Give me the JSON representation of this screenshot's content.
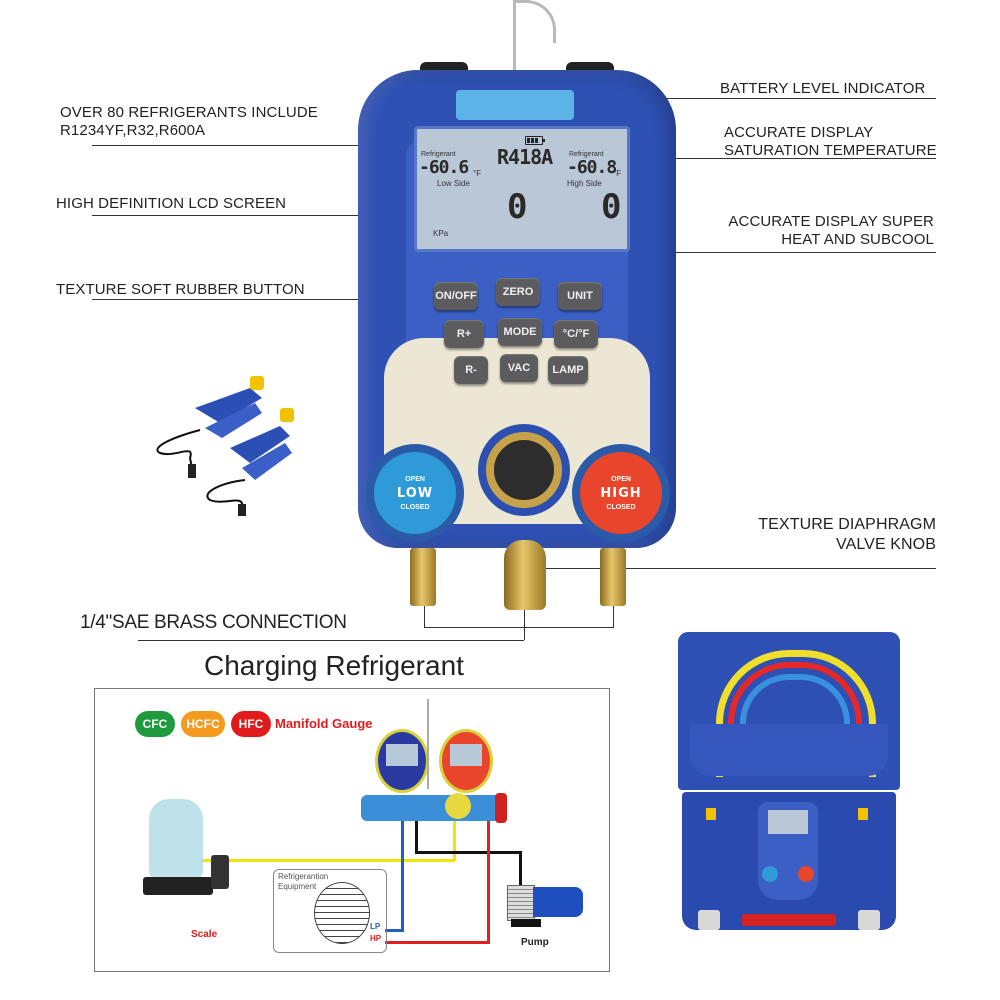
{
  "callouts": {
    "refrigerants": {
      "line1": "OVER 80 REFRIGERANTS INCLUDE",
      "line2": "R1234YF,R32,R600A"
    },
    "lcd_screen": "HIGH DEFINITION LCD SCREEN",
    "rubber_button": "TEXTURE SOFT RUBBER BUTTON",
    "battery": "BATTERY  LEVEL INDICATOR",
    "saturation": {
      "line1": "ACCURATE DISPLAY",
      "line2": "SATURATION TEMPERATURE"
    },
    "superheat": {
      "line1": "ACCURATE DISPLAY SUPER",
      "line2": "HEAT AND SUBCOOL"
    },
    "valve_knob": {
      "line1": "TEXTURE DIAPHRAGM",
      "line2": "VALVE KNOB"
    },
    "brass_connection": "1/4\"SAE BRASS CONNECTION"
  },
  "lcd": {
    "refrigerant_label_left": "Refrigerant",
    "refrigerant_label_right": "Refrigerant",
    "refrigerant_name": "R418A",
    "low_temp": "-60.6",
    "high_temp": "-60.8",
    "temp_unit": "°F",
    "low_side_label": "Low Side",
    "high_side_label": "High Side",
    "low_pressure": "0",
    "high_pressure": "0",
    "pressure_unit": "KPa"
  },
  "keypad": {
    "keys": [
      "ON/OFF",
      "ZERO",
      "UNIT",
      "R+",
      "MODE",
      "°C/°F",
      "R-",
      "VAC",
      "LAMP"
    ]
  },
  "knobs": {
    "low": {
      "label": "LOW",
      "open": "OPEN",
      "closed": "CLOSED",
      "color": "#2f9ad8"
    },
    "high": {
      "label": "HIGH",
      "open": "OPEN",
      "closed": "CLOSED",
      "color": "#e8452c"
    }
  },
  "diagram": {
    "title": "Charging Refrigerant",
    "badges": [
      {
        "label": "CFC",
        "color": "#1f9a3d"
      },
      {
        "label": "HCFC",
        "color": "#f39a1f"
      },
      {
        "label": "HFC",
        "color": "#e01b1b"
      }
    ],
    "badge_caption": "Manifold Gauge",
    "scale_label": "Scale",
    "equipment_label_1": "Refrigerantion",
    "equipment_label_2": "Equipment",
    "lp_label": "LP",
    "hp_label": "HP",
    "pump_label": "Pump",
    "colors": {
      "yellow": "#f2e600",
      "blue": "#1f5fbf",
      "red": "#e02020",
      "black": "#111111"
    }
  }
}
